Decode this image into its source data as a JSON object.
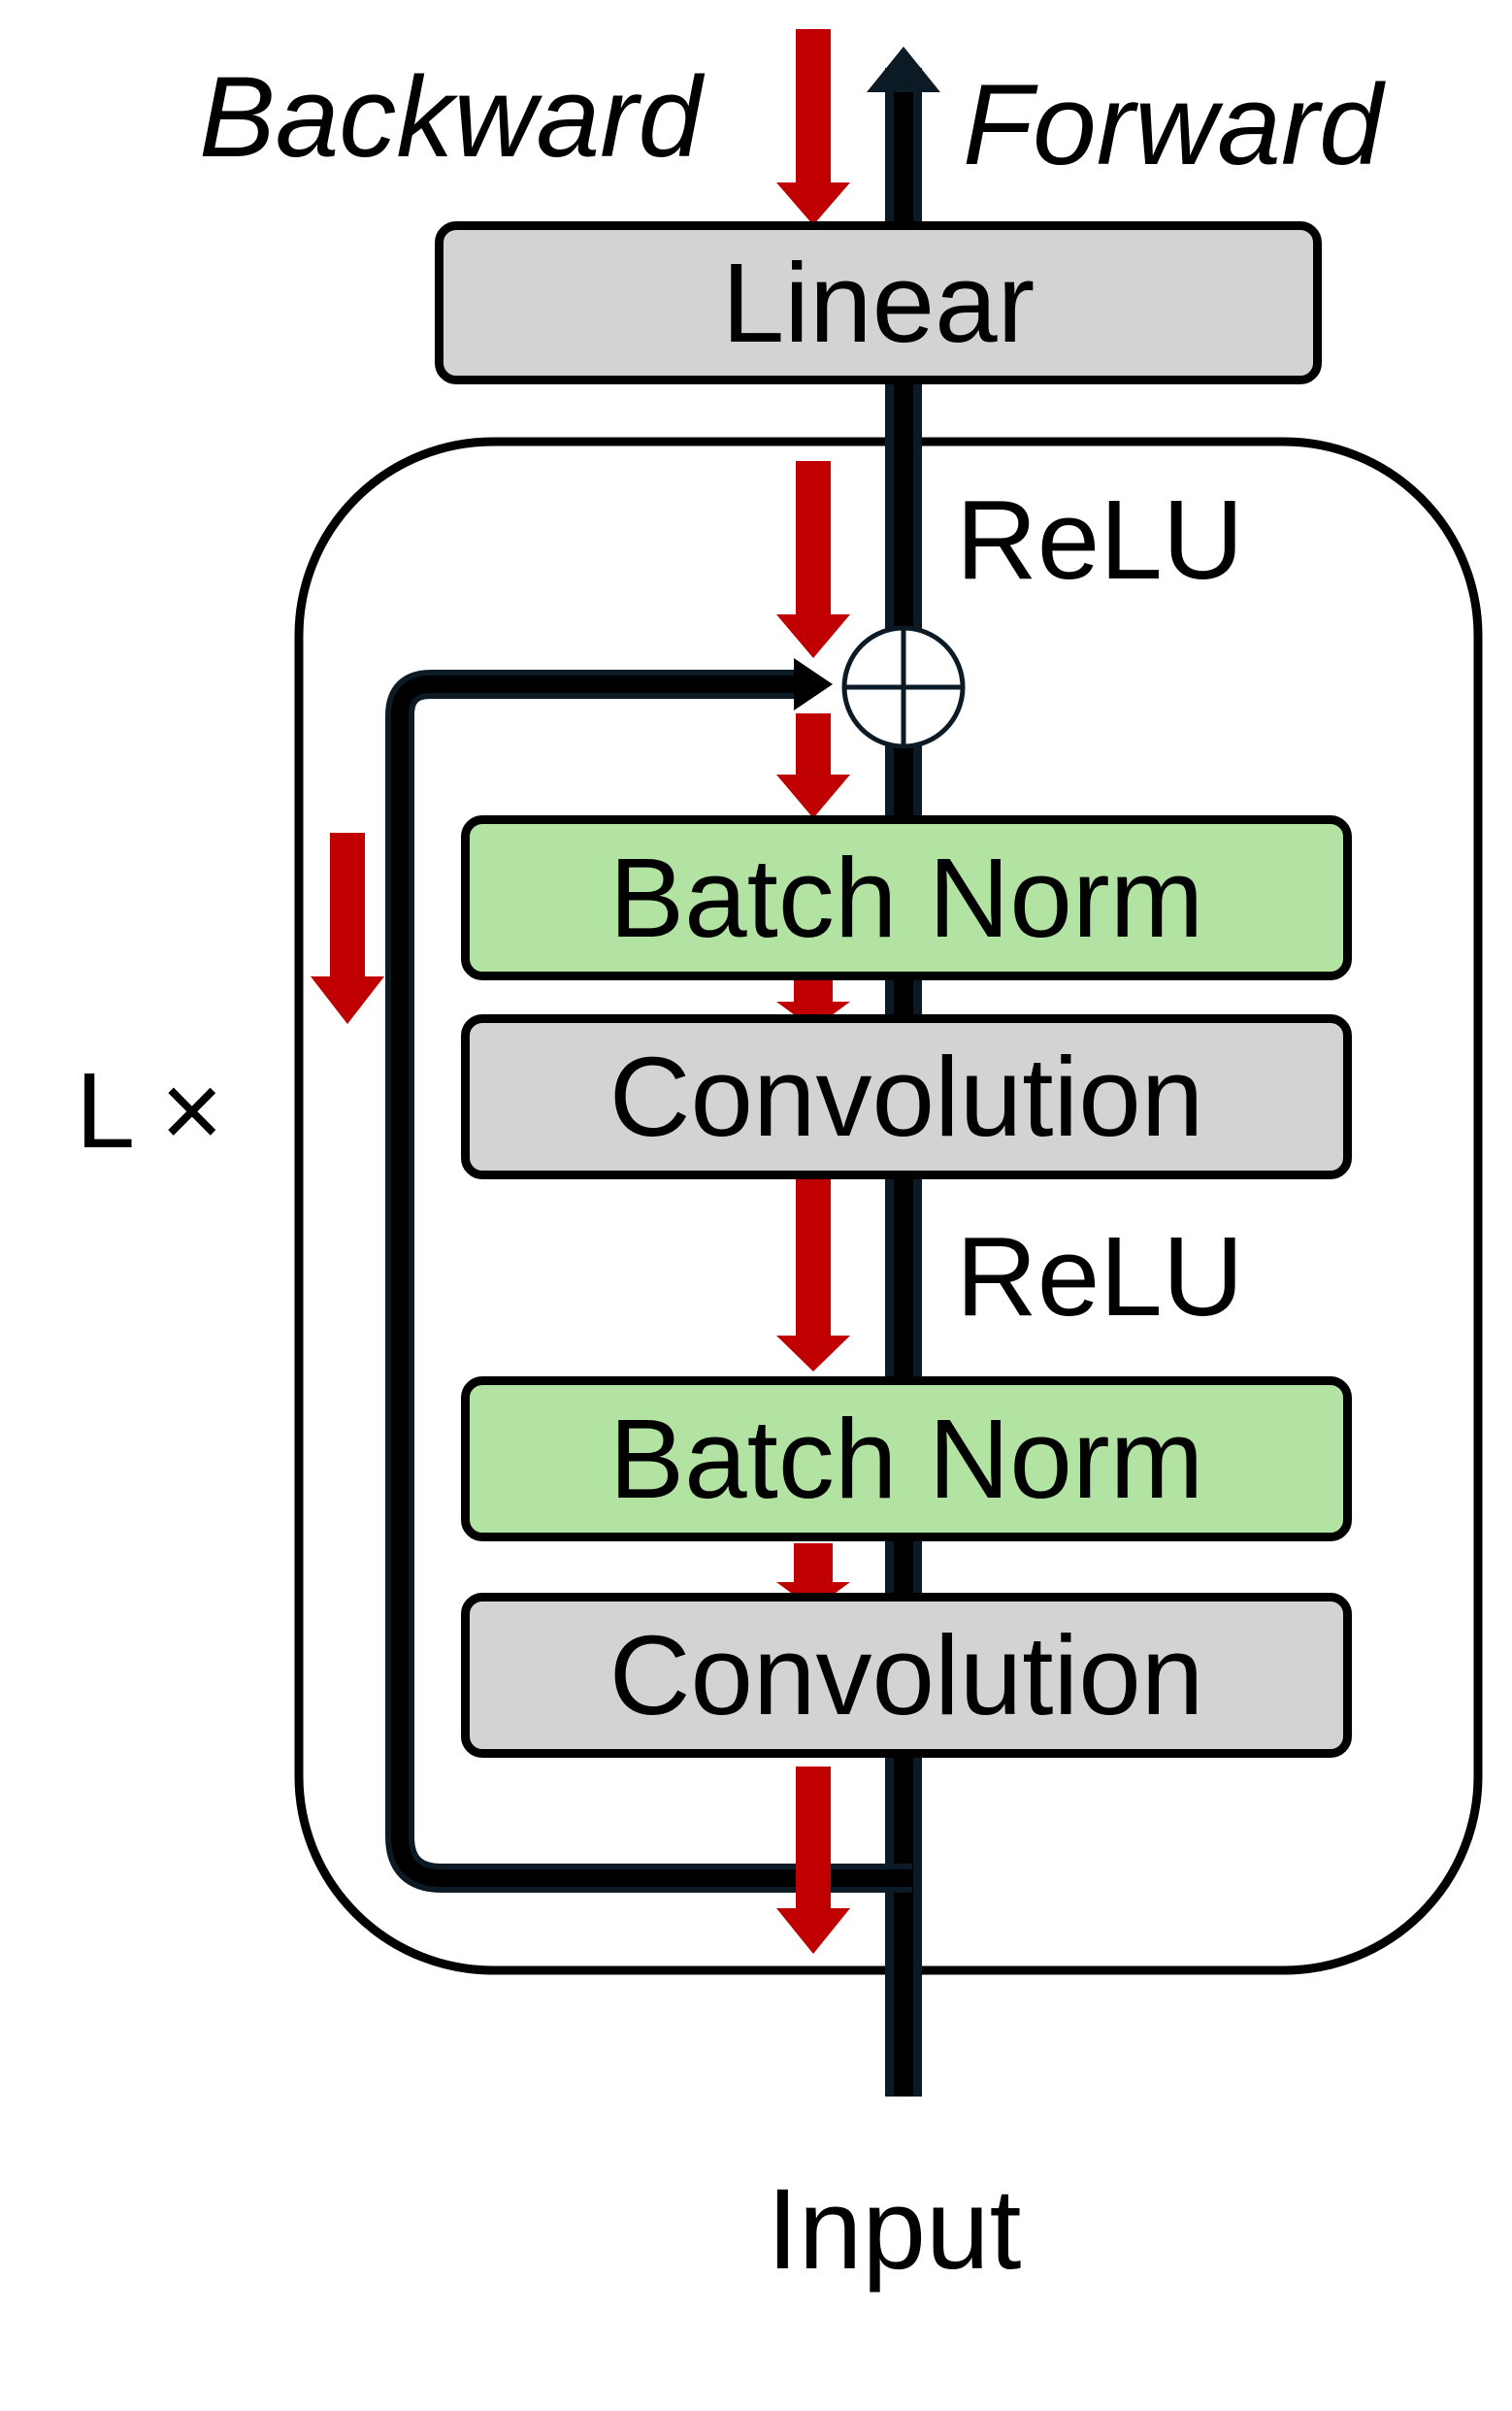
{
  "direction_labels": {
    "backward": "Backward",
    "forward": "Forward"
  },
  "repeat_label": "L ×",
  "input_label": "Input",
  "activations": {
    "top": "ReLU",
    "middle": "ReLU"
  },
  "blocks": {
    "linear": "Linear",
    "batch_norm_1": "Batch Norm",
    "convolution_1": "Convolution",
    "batch_norm_2": "Batch Norm",
    "convolution_2": "Convolution"
  },
  "colors": {
    "backward_arrow": "#c00000",
    "forward_path": "#0b1a24",
    "gray_block": "#d3d3d3",
    "green_block": "#b3e3a3",
    "outline": "#000000"
  }
}
